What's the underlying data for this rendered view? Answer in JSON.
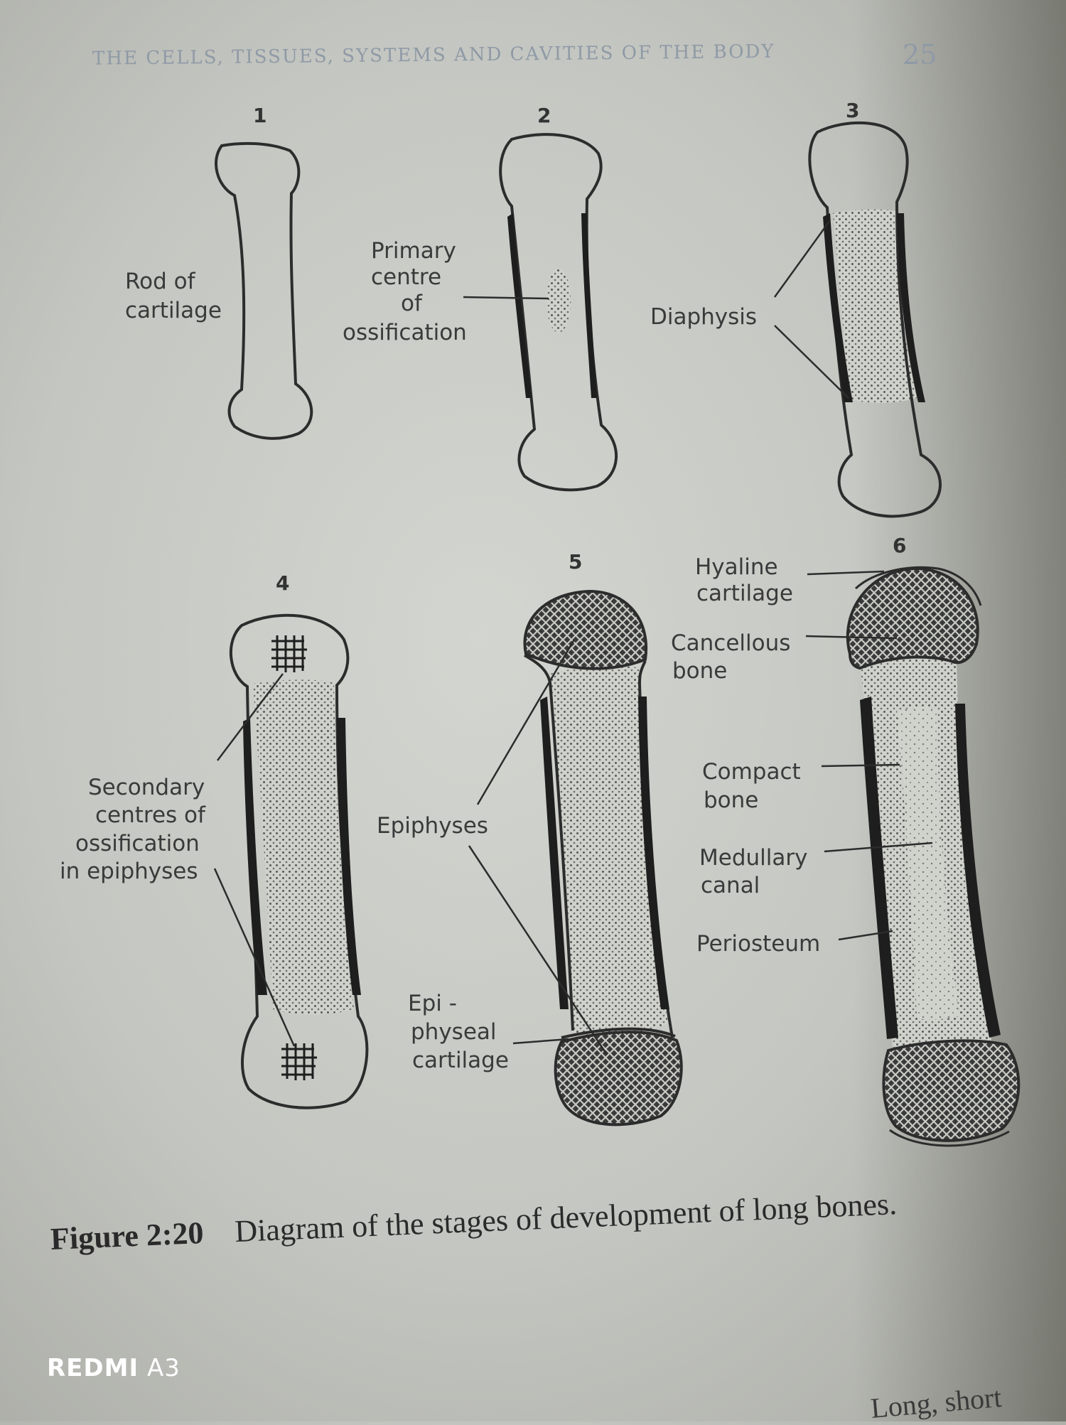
{
  "header": {
    "running_head": "THE CELLS, TISSUES, SYSTEMS AND CAVITIES OF THE BODY",
    "page_number": "25"
  },
  "stages": [
    {
      "number": "1",
      "labels": [
        "Rod of",
        "cartilage"
      ]
    },
    {
      "number": "2",
      "labels": [
        "Primary",
        "centre",
        "of",
        "ossification"
      ]
    },
    {
      "number": "3",
      "labels": [
        "Diaphysis"
      ]
    },
    {
      "number": "4",
      "labels": [
        "Secondary",
        "centres of",
        "ossification",
        "in epiphyses"
      ]
    },
    {
      "number": "5",
      "labels": [
        "Epiphyses",
        "Epi -",
        "physeal",
        "cartilage"
      ]
    },
    {
      "number": "6",
      "labels": [
        "Hyaline",
        "cartilage",
        "Cancellous",
        "bone",
        "Compact",
        "bone",
        "Medullary",
        "canal",
        "Periosteum"
      ]
    }
  ],
  "caption": {
    "figure_number": "Figure 2:20",
    "text": "Diagram of the stages of development of long bones."
  },
  "watermark": {
    "brand": "REDMI",
    "model": "A3"
  },
  "bottom_partial_text": "Long, short"
}
